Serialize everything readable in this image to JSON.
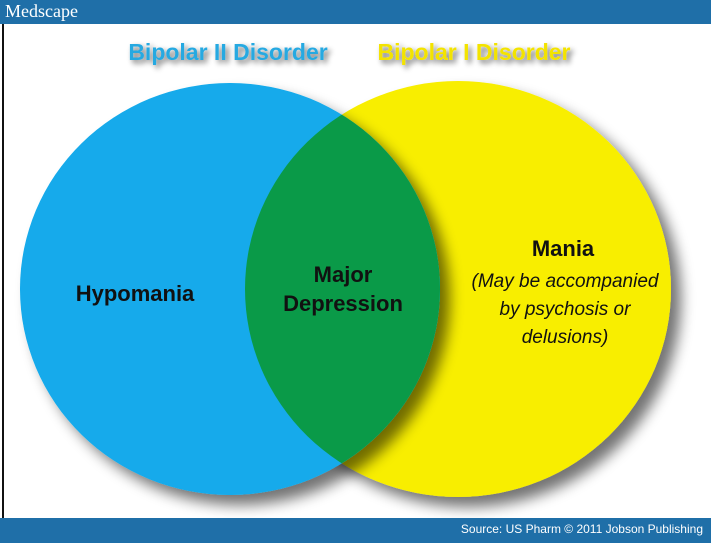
{
  "header": {
    "brand": "Medscape"
  },
  "diagram": {
    "left_set_title": "Bipolar II Disorder",
    "right_set_title": "Bipolar I Disorder",
    "left_only_label": "Hypomania",
    "overlap_label_line1": "Major",
    "overlap_label_line2": "Depression",
    "right_only_title": "Mania",
    "right_only_note_line1": "(May be accompanied",
    "right_only_note_line2": "by psychosis or",
    "right_only_note_line3": "delusions)",
    "colors": {
      "left_circle": "#12aaeb",
      "right_circle": "#f8ee00",
      "overlap": "#0a9a48",
      "left_title": "#27a9e1",
      "right_title": "#f3e300"
    }
  },
  "footer": {
    "source": "Source: US Pharm © 2011 Jobson Publishing"
  }
}
